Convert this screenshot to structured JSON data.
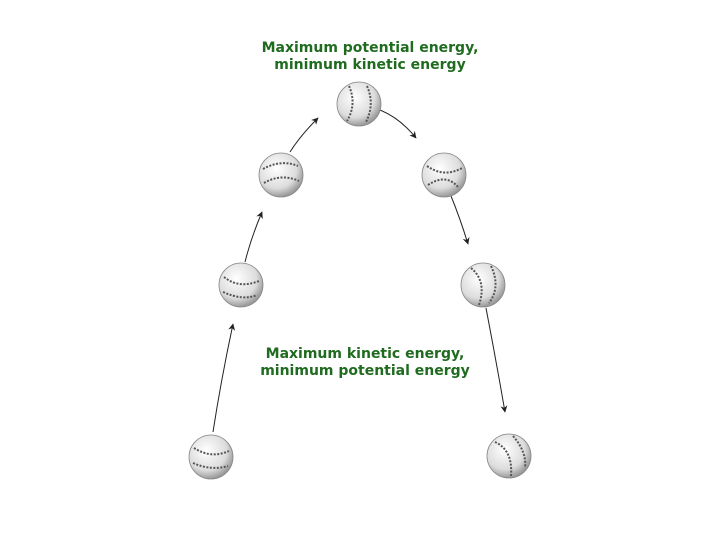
{
  "captions": {
    "top_line1": "Maximum potential energy,",
    "top_line2": "minimum kinetic energy",
    "bottom_line1": "Maximum kinetic energy,",
    "bottom_line2": "minimum potential energy"
  },
  "colors": {
    "caption": "#1f6b1f",
    "ball_fill": "#e6e6e6",
    "ball_stitch": "#555555",
    "arrow": "#222222"
  }
}
